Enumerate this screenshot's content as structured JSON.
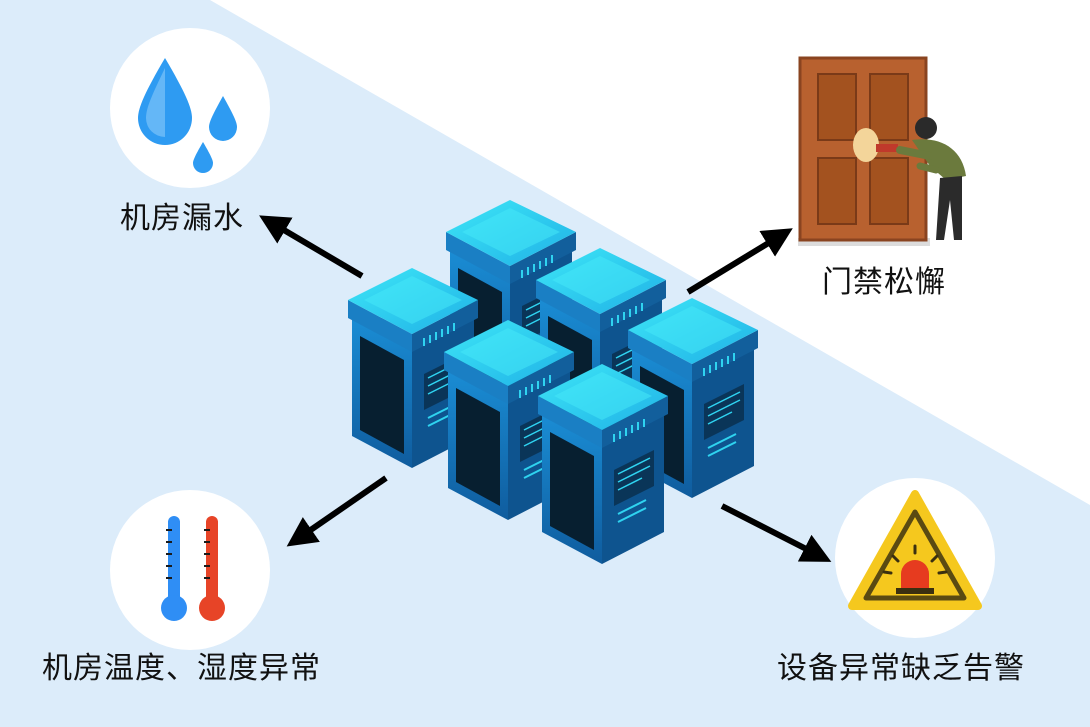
{
  "labels": {
    "water_leak": "机房漏水",
    "door_access": "门禁松懈",
    "temp_humidity": "机房温度、湿度异常",
    "equipment_alarm": "设备异常缺乏告警"
  },
  "colors": {
    "background_tint": "#dcecfa",
    "circle_fill": "#ffffff",
    "arrow": "#000000",
    "server_top": "#2fd3f0",
    "server_body": "#1479c2",
    "server_panel": "#062235",
    "water_drop": "#2e9bf2",
    "door_wood": "#b8612f",
    "thermo_blue": "#2f8ef5",
    "thermo_red": "#e74427",
    "warning_yellow": "#f5c81e"
  },
  "icons": [
    "water-drops-icon",
    "door-intruder-icon",
    "thermometer-icon",
    "warning-siren-icon",
    "server-rack-icon"
  ]
}
